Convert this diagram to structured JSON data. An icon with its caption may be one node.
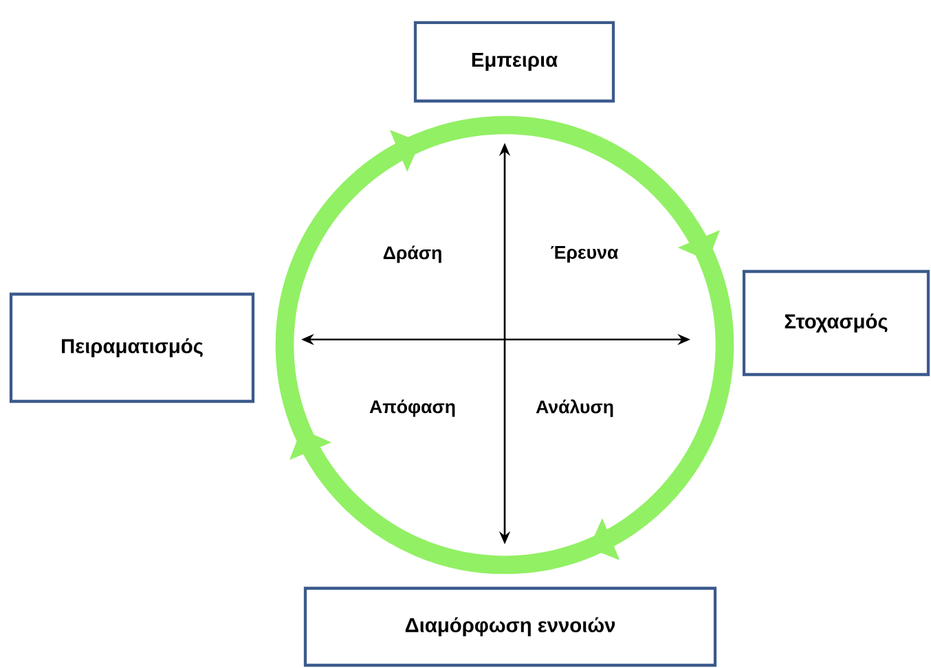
{
  "diagram": {
    "nodes": [
      {
        "text": [
          "Εμπειρια"
        ]
      },
      {
        "text": [
          "Στοχασμός"
        ]
      },
      {
        "text": [
          "Πειραματισμός"
        ]
      },
      {
        "text": [
          "Διαμόρφωση εννοιών"
        ]
      }
    ],
    "edges": [
      {
        "from": 0,
        "to": 1,
        "arrow": "to"
      },
      {
        "from": 1,
        "to": 3,
        "arrow": "to"
      },
      {
        "from": 3,
        "to": 2,
        "arrow": "to"
      },
      {
        "from": 2,
        "to": 0,
        "arrow": "to"
      }
    ],
    "labels": [
      "Δράση",
      "Έρευνα",
      "Απόφαση",
      "Ανάλυση"
    ]
  }
}
